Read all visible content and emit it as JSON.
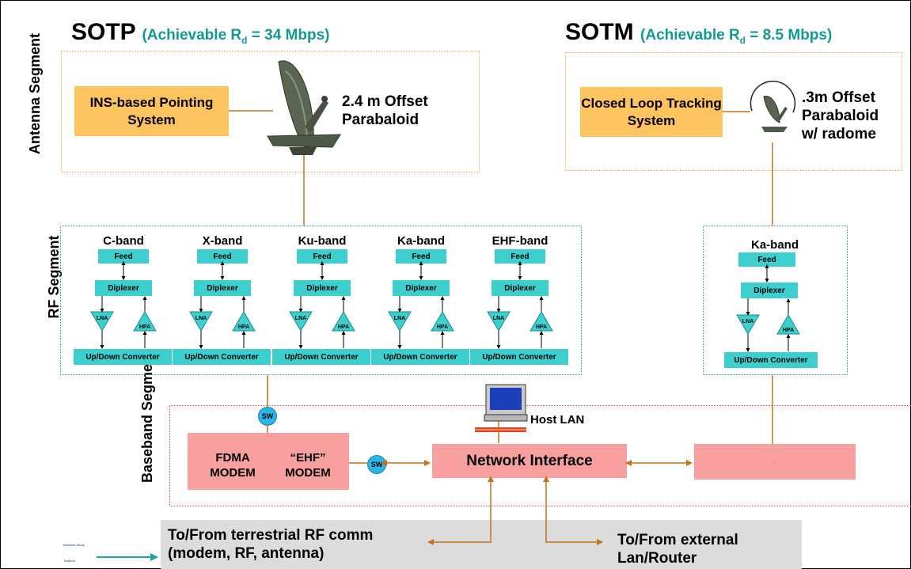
{
  "sotp": {
    "title": "SOTP",
    "rate_prefix": "(Achievable R",
    "rate_sub": "d",
    "rate_suffix": " = 34 Mbps)",
    "pointing": "INS-based Pointing System",
    "antenna": "2.4 m Offset Parabaloid"
  },
  "sotm": {
    "title": "SOTM",
    "rate_prefix": "(Achievable R",
    "rate_sub": "d",
    "rate_suffix": " = 8.5 Mbps)",
    "tracking": "Closed Loop Tracking System",
    "antenna_line1": ".3m Offset",
    "antenna_line2": "Parabaloid",
    "antenna_line3": "w/ radome"
  },
  "segments": {
    "antenna": "Antenna Segment",
    "rf": "RF Segment",
    "baseband": "Baseband Segment"
  },
  "bands": [
    {
      "name": "C-band"
    },
    {
      "name": "X-band"
    },
    {
      "name": "Ku-band"
    },
    {
      "name": "Ka-band"
    },
    {
      "name": "EHF-band"
    }
  ],
  "sotm_band": "Ka-band",
  "chain": {
    "feed": "Feed",
    "diplexer": "Diplexer",
    "lna": "LNA",
    "hpa": "HPA",
    "converter": "Up/Down Converter"
  },
  "baseband": {
    "fdma": "FDMA MODEM",
    "ehf": "“EHF” MODEM",
    "sw": "SW",
    "network": "Network Interface",
    "host_lan": "Host LAN",
    "right_box": "..."
  },
  "bottom": {
    "terrestrial_line1": "To/From terrestrial RF comm",
    "terrestrial_line2": "(modem, RF, antenna)",
    "external_line1": "To/From external",
    "external_line2": "Lan/Router"
  },
  "legend": {
    "line1": "Baseline Study",
    "line2": "Tradeoff"
  },
  "colors": {
    "orange": "#fdc35f",
    "pink": "#f8a0a0",
    "teal": "#3dcfcd",
    "title_teal": "#129a92",
    "connector": "#c8701a"
  }
}
